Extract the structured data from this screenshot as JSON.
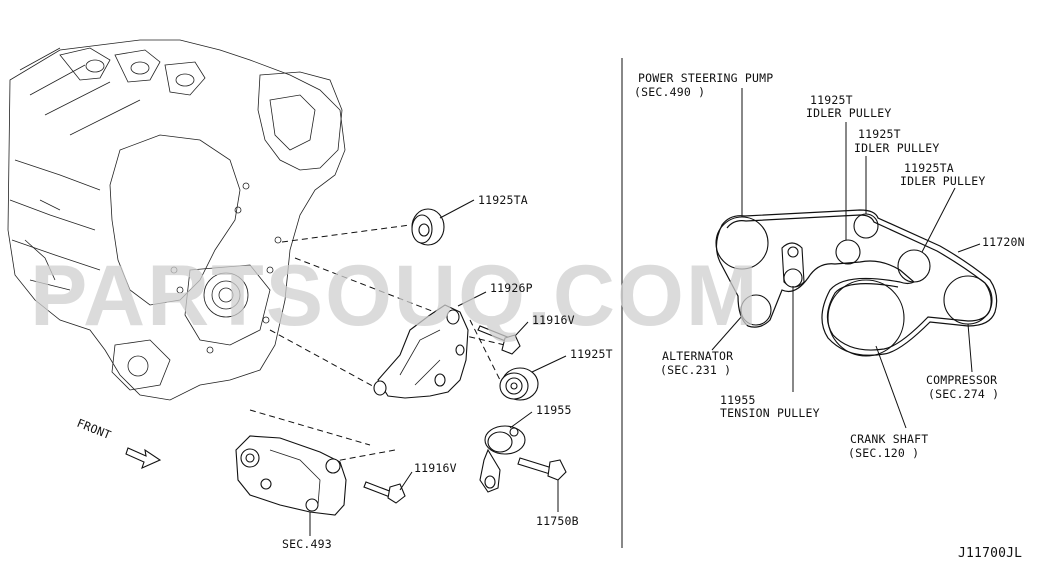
{
  "watermark": "PARTSOUQ.COM",
  "figure_id": "J11700JL",
  "front_label": "FRONT",
  "left_labels": {
    "p11925TA": "11925TA",
    "p11926P": "11926P",
    "p11916V_a": "11916V",
    "p11925T": "11925T",
    "p11955": "11955",
    "p11916V_b": "11916V",
    "p11750B": "11750B",
    "sec493": "SEC.493"
  },
  "right_labels": {
    "ps_pump": "POWER STEERING PUMP",
    "ps_sec": "(SEC.490 )",
    "idler1_num": "11925T",
    "idler1_name": "IDLER PULLEY",
    "idler2_num": "11925T",
    "idler2_name": "IDLER PULLEY",
    "idler3_num": "11925TA",
    "idler3_name": "IDLER PULLEY",
    "belt_num": "11720N",
    "alternator": "ALTERNATOR",
    "alt_sec": "(SEC.231 )",
    "tension_num": "11955",
    "tension_name": "TENSION PULLEY",
    "compressor": "COMPRESSOR",
    "comp_sec": "(SEC.274 )",
    "crank": "CRANK SHAFT",
    "crank_sec": "(SEC.120 )"
  }
}
